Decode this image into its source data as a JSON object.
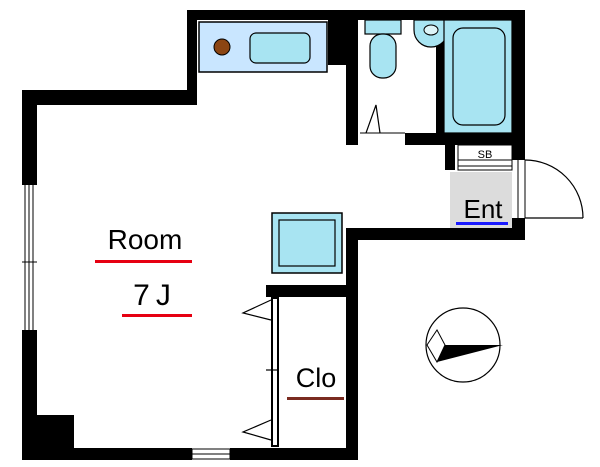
{
  "rooms": {
    "room": {
      "name": "Room",
      "size": "7J",
      "underline_color": "#e60012"
    },
    "closet": {
      "name": "Clo",
      "underline_color": "#7a2b20"
    },
    "entrance": {
      "name": "Ent",
      "underline_color": "#1a1aff"
    },
    "shoe_box": {
      "name": "SB"
    }
  },
  "colors": {
    "wall": "#000000",
    "fixture_fill": "#a8e4f2",
    "fixture_light": "#ddf4f8",
    "counter_fill": "#c9e6ff",
    "entrance_floor": "#dcdcdc",
    "knob": "#8b4513"
  },
  "icons": {
    "compass": "north-arrow-icon",
    "toilet": "toilet-icon",
    "sink": "sink-icon",
    "bathtub": "bathtub-icon",
    "stove": "stove-burner-icon"
  }
}
